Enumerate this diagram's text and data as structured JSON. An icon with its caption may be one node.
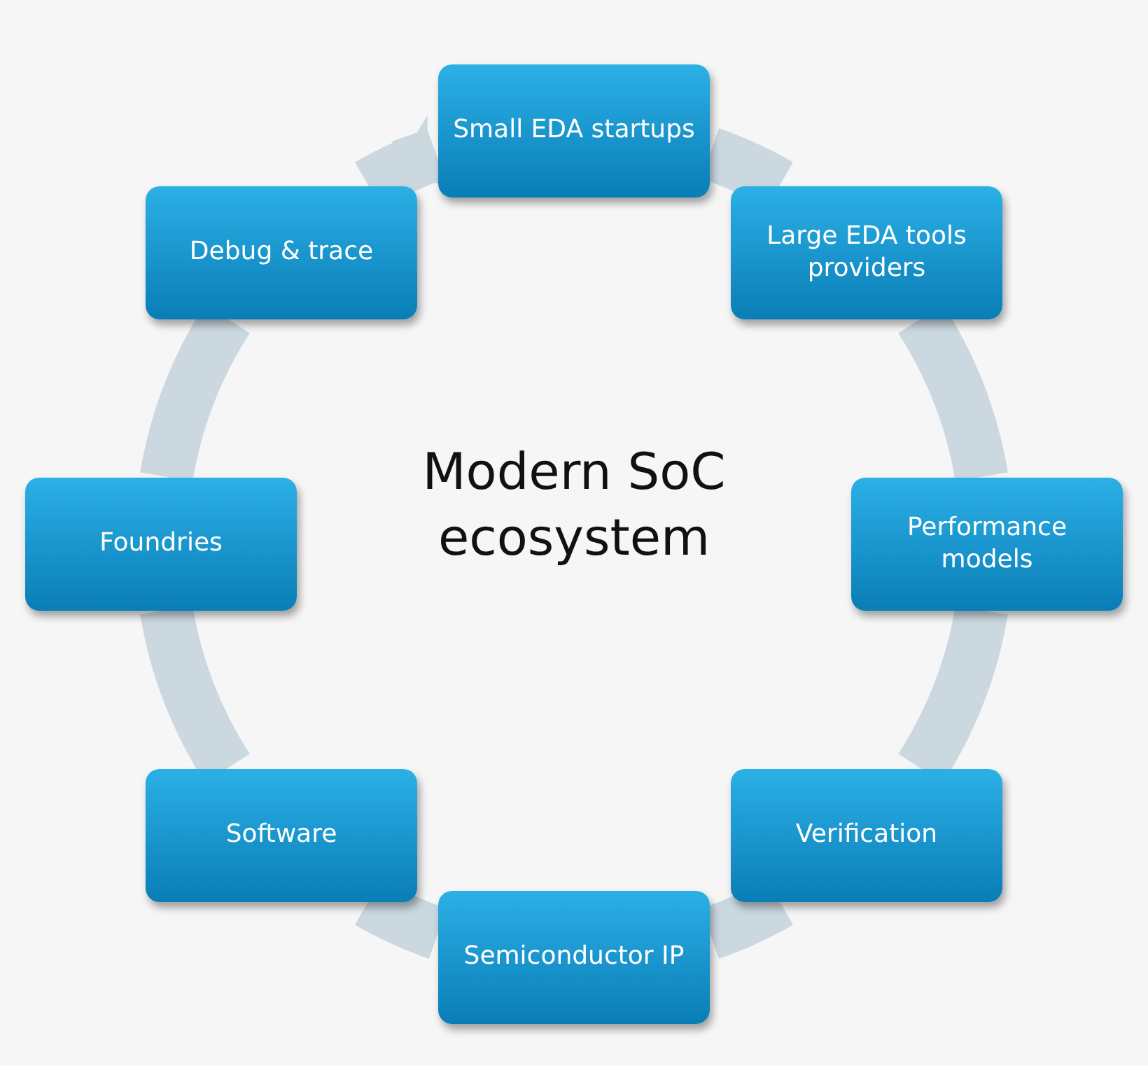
{
  "diagram": {
    "title": "Modern SoC ecosystem",
    "nodes": [
      {
        "text": [
          "Small EDA startups"
        ]
      },
      {
        "text": [
          "Large EDA tools providers"
        ]
      },
      {
        "text": [
          "Performance models"
        ]
      },
      {
        "text": [
          "Verification"
        ]
      },
      {
        "text": [
          "Semiconductor IP"
        ]
      },
      {
        "text": [
          "Software"
        ]
      },
      {
        "text": [
          "Foundries"
        ]
      },
      {
        "text": [
          "Debug & trace"
        ]
      }
    ],
    "edges": [
      {
        "from": 0,
        "to": 1,
        "arrow": "none"
      },
      {
        "from": 1,
        "to": 2,
        "arrow": "none"
      },
      {
        "from": 2,
        "to": 3,
        "arrow": "none"
      },
      {
        "from": 3,
        "to": 4,
        "arrow": "none"
      },
      {
        "from": 4,
        "to": 5,
        "arrow": "none"
      },
      {
        "from": 5,
        "to": 6,
        "arrow": "none"
      },
      {
        "from": 6,
        "to": 7,
        "arrow": "none"
      },
      {
        "from": 7,
        "to": 0,
        "arrow": "to"
      }
    ]
  }
}
